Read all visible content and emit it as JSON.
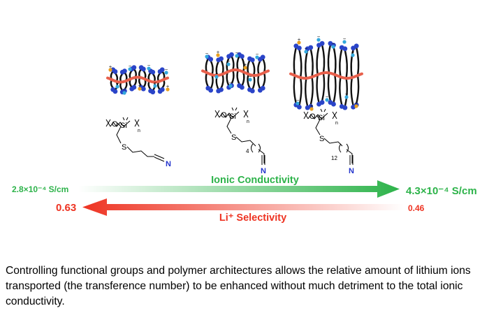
{
  "colors": {
    "green": "#2db34a",
    "red": "#ee3322",
    "backbone": "#e8604c",
    "side_chain": "#111111",
    "ion_ball": "#2a44c8",
    "anion_dot": "#33a8dd",
    "cation_dot": "#e8a020",
    "nitrile_n": "#2233cc"
  },
  "structures": [
    {
      "n_label": "n",
      "spacer_label": "",
      "nitrile_label": "N"
    },
    {
      "n_label": "n",
      "spacer_label": "4",
      "nitrile_label": "N"
    },
    {
      "n_label": "n",
      "spacer_label": "12",
      "nitrile_label": "N"
    }
  ],
  "structure_atoms": {
    "oxygen": "O",
    "silicon": "Si",
    "sulfur": "S"
  },
  "ions": {
    "cation": "+",
    "anion": "−"
  },
  "conductivity": {
    "label": "Ionic Conductivity",
    "low_value": "2.8×10⁻⁴ S/cm",
    "high_value": "4.3×10⁻⁴ S/cm"
  },
  "selectivity": {
    "label": "Li⁺ Selectivity",
    "high_value": "0.63",
    "low_value": "0.46"
  },
  "caption": "Controlling functional groups and polymer architectures allows the relative amount of lithium ions transported (the transference number) to be enhanced without much detriment to the total ionic conductivity."
}
